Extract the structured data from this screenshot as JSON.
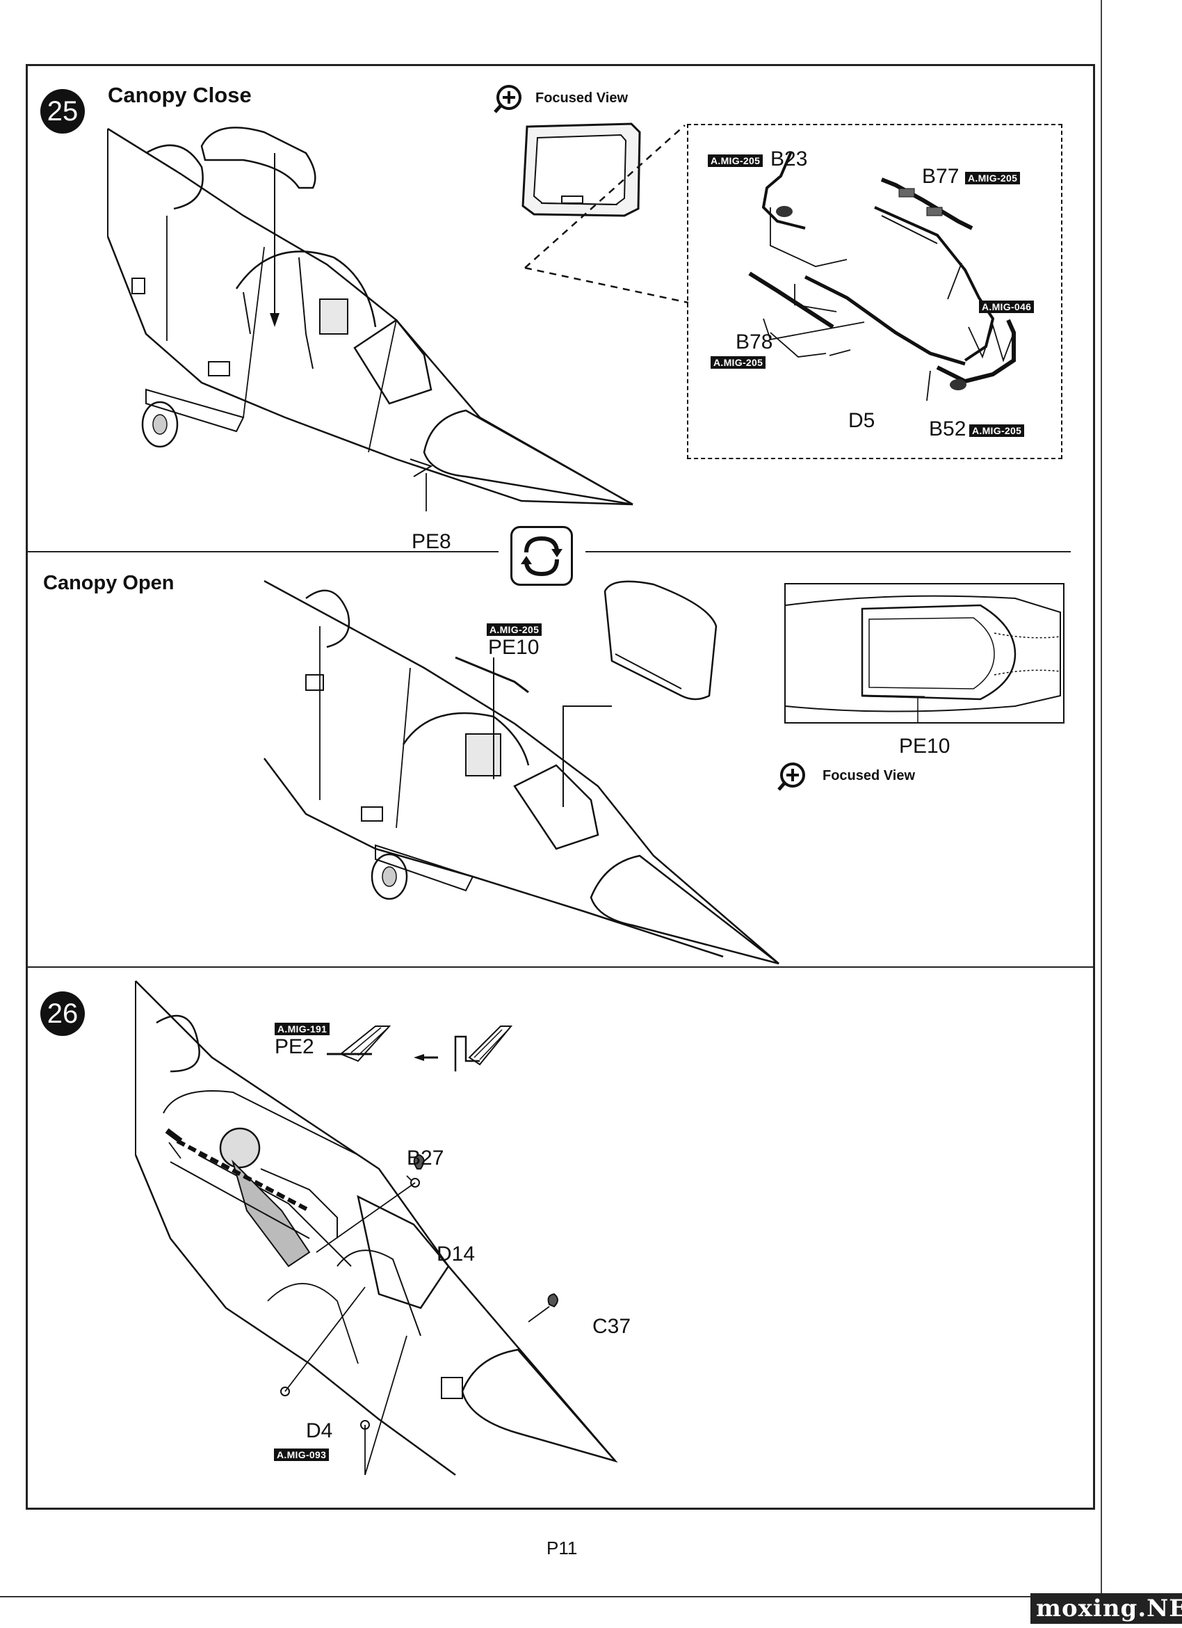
{
  "page": {
    "number": "P11",
    "watermark": "moxing.NET"
  },
  "step25": {
    "number": "25",
    "title": "Canopy Close",
    "focused_view_label": "Focused View",
    "parts": {
      "b23": "B23",
      "b77": "B77",
      "b78": "B78",
      "d5": "D5",
      "b52": "B52",
      "pe8": "PE8"
    },
    "tags": {
      "b23": "A.MIG-205",
      "b77": "A.MIG-205",
      "b78": "A.MIG-205",
      "b52": "A.MIG-205",
      "mig046": "A.MIG-046"
    }
  },
  "canopy_open": {
    "title": "Canopy Open",
    "pe10_top": "PE10",
    "pe10_tag": "A.MIG-205",
    "pe10_bottom": "PE10",
    "focused_view_label": "Focused View"
  },
  "step26": {
    "number": "26",
    "parts": {
      "pe2": "PE2",
      "b27": "B27",
      "d14": "D14",
      "c37": "C37",
      "d4": "D4"
    },
    "tags": {
      "pe2": "A.MIG-191",
      "d4": "A.MIG-093"
    }
  },
  "icons": [
    "focused-view-icon",
    "rotate-arrows-icon"
  ]
}
